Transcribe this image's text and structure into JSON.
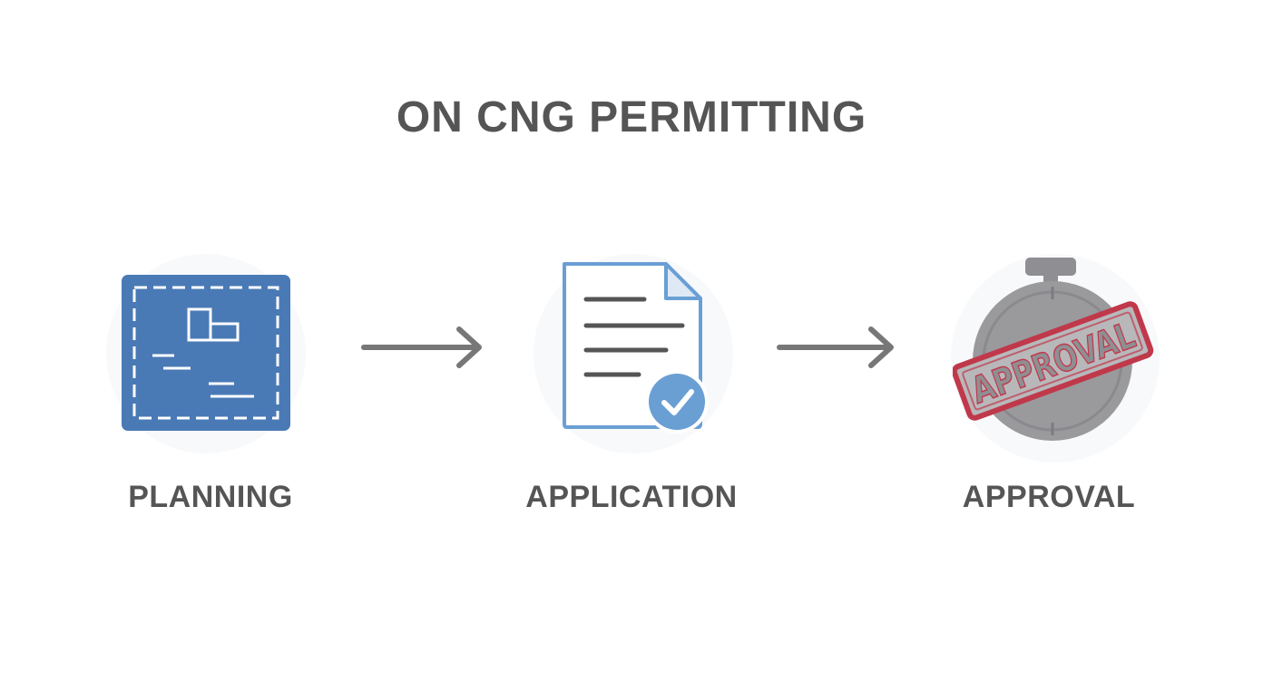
{
  "title": "ON CNG PERMITTING",
  "steps": [
    {
      "label": "PLANNING",
      "icon": "blueprint-icon"
    },
    {
      "label": "APPLICATION",
      "icon": "document-check-icon"
    },
    {
      "label": "APPROVAL",
      "icon": "stopwatch-approval-stamp-icon"
    }
  ],
  "stamp_text": "APPROVAL",
  "colors": {
    "title": "#555555",
    "label": "#555555",
    "blueprint": "#4A7AB5",
    "document": "#6A9FD4",
    "arrow": "#777777",
    "stopwatch": "#9A9A9D",
    "stamp": "#C0394B"
  }
}
